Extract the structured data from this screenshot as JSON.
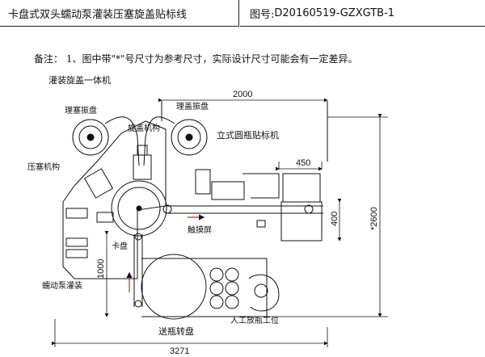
{
  "header": {
    "title": "卡盘式双头蠕动泵灌装压塞旋盖贴标线",
    "drawing_no_label": "图号:",
    "drawing_no": "D20160519-GZXGTB-1"
  },
  "note": "备注：   1、图中带\"*\"号尺寸为参考尺寸，实际设计尺寸可能会有一定差异。",
  "labels": {
    "fill_cap_unit": "灌装旋盖一体机",
    "stopper_vibrator": "理塞振盘",
    "cap_vibrator": "理盖振盘",
    "capping_mech": "旋盖机构",
    "stopper_press": "压塞机构",
    "labeler": "立式圆瓶贴标机",
    "touchscreen": "触摸屏",
    "chuck": "卡盘",
    "pump_fill": "蠕动泵灌装",
    "feed_turntable": "送瓶转盘",
    "manual_station": "人工放瓶工位"
  },
  "dimensions": {
    "d2000": "2000",
    "d450": "450",
    "d400": "400",
    "d2600": "*2600",
    "d1000": "1000",
    "d3271": "3271"
  }
}
